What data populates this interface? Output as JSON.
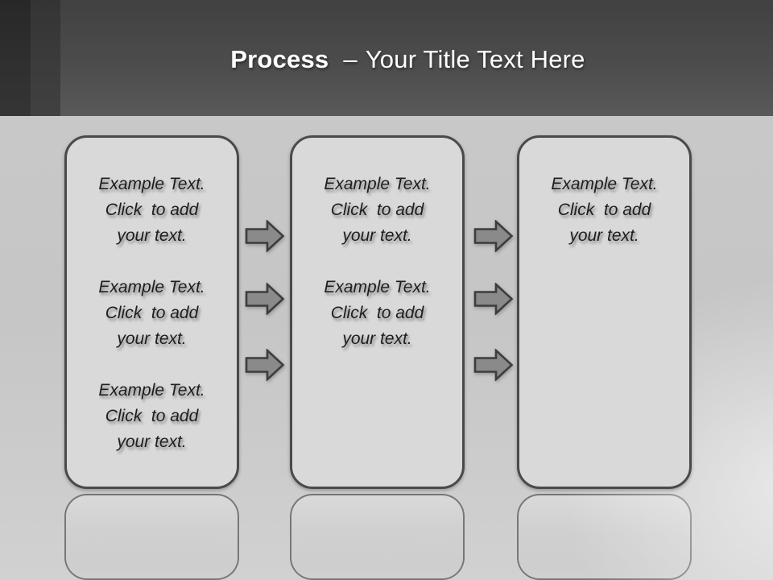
{
  "slide": {
    "header": {
      "title_keyword": "Process",
      "title_separator": "–",
      "title_rest": "Your Title Text Here"
    },
    "boxes": [
      {
        "name": "process-step-1",
        "paragraphs": [
          [
            "Example Text.",
            "Click  to add",
            "your text."
          ],
          [
            "Example Text.",
            "Click  to add",
            "your text."
          ],
          [
            "Example Text.",
            "Click  to add",
            "your text."
          ]
        ]
      },
      {
        "name": "process-step-2",
        "paragraphs": [
          [
            "Example Text.",
            "Click  to add",
            "your text."
          ],
          [
            "Example Text.",
            "Click  to add",
            "your text."
          ]
        ]
      },
      {
        "name": "process-step-3",
        "paragraphs": [
          [
            "Example Text.",
            "Click  to add",
            "your text."
          ]
        ]
      }
    ],
    "arrows": {
      "icon": "arrow-right-icon",
      "direction": "right",
      "columns": 2,
      "per_column": 3
    },
    "colors": {
      "header_bg": "#4c4c4c",
      "header_stripe_dark": "#2d2d2d",
      "header_stripe_mid": "#3a3a3a",
      "title_text": "#ffffff",
      "body_bg": "#c8c8c8",
      "box_fill": "#d9d9d9",
      "box_border": "#4a4a4a",
      "arrow_fill": "#8a8a8a",
      "arrow_border": "#3d3d3d",
      "placeholder_text": "#1e1e1e"
    }
  }
}
